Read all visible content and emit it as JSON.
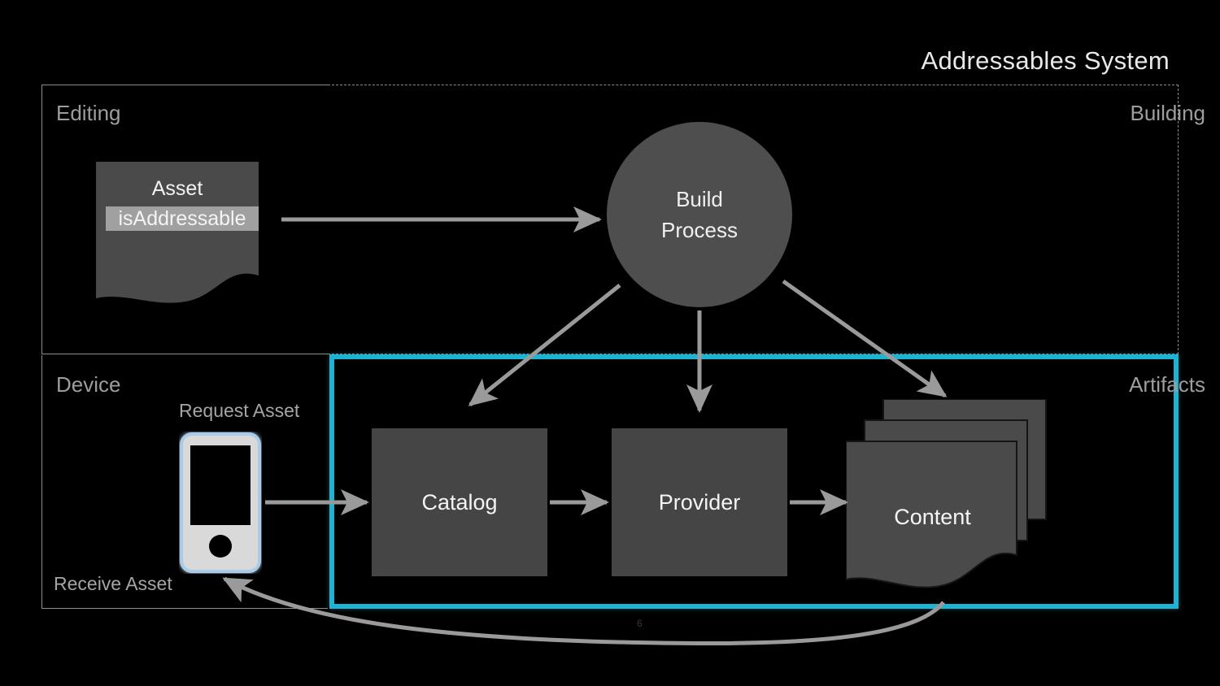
{
  "slide": {
    "title": "Addressables System",
    "page_number": "6",
    "background_color": "#000000",
    "accent_color": "#1db4d4",
    "box_fill_color": "#454545",
    "circle_fill_color": "#4e4e4e",
    "arrow_color": "#9a9a9a",
    "label_color": "#9d9d9d"
  },
  "zones": {
    "editing": {
      "label": "Editing",
      "border_style": "solid"
    },
    "building": {
      "label": "Building",
      "border_style": "dashed"
    },
    "device": {
      "label": "Device",
      "border_style": "solid"
    },
    "artifacts": {
      "label": "Artifacts",
      "border_style": "solid-accent"
    }
  },
  "nodes": {
    "asset": {
      "shape": "document",
      "title": "Asset",
      "property": "isAddressable",
      "property_highlighted": true
    },
    "build_process": {
      "shape": "circle",
      "label": "Build\nProcess"
    },
    "device": {
      "shape": "phone",
      "icon": "smartphone-icon"
    },
    "catalog": {
      "shape": "rect",
      "label": "Catalog"
    },
    "provider": {
      "shape": "rect",
      "label": "Provider"
    },
    "content": {
      "shape": "document-stack",
      "label": "Content",
      "sheets": 3
    }
  },
  "flow_labels": {
    "request_asset": "Request Asset",
    "receive_asset": "Receive Asset"
  },
  "connections": [
    {
      "from": "asset",
      "to": "build_process",
      "style": "straight-arrow"
    },
    {
      "from": "build_process",
      "to": "catalog",
      "style": "diagonal-arrow"
    },
    {
      "from": "build_process",
      "to": "provider",
      "style": "vertical-arrow"
    },
    {
      "from": "build_process",
      "to": "content",
      "style": "diagonal-arrow"
    },
    {
      "from": "device",
      "to": "catalog",
      "style": "straight-arrow"
    },
    {
      "from": "catalog",
      "to": "provider",
      "style": "straight-arrow"
    },
    {
      "from": "provider",
      "to": "content",
      "style": "straight-arrow"
    },
    {
      "from": "content",
      "to": "device",
      "style": "curved-arrow"
    }
  ]
}
